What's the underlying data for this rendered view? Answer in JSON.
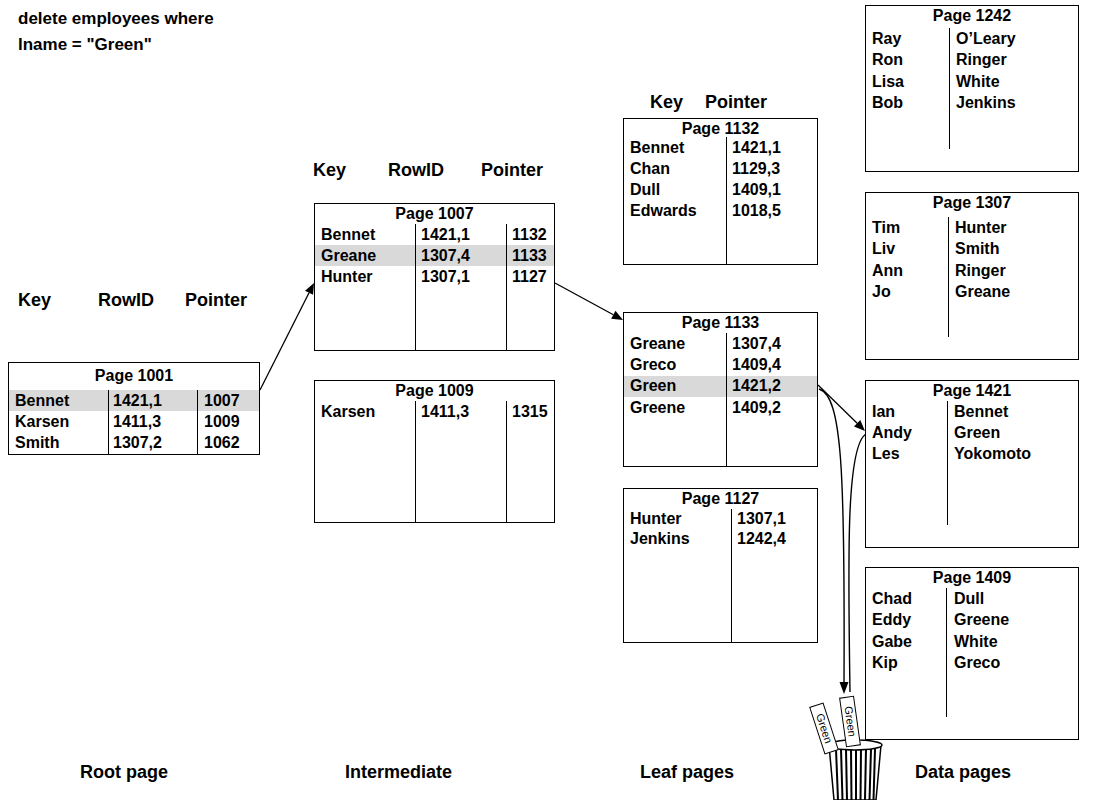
{
  "diagram": {
    "title": "delete employees where lname = \"Green\"",
    "nodes": [
      {
        "text": [
          "Page 1001",
          "Bennet",
          "1421,1",
          "1007",
          "Karsen",
          "1411,3",
          "1009",
          "Smith",
          "1307,2",
          "1062"
        ]
      },
      {
        "text": [
          "Page 1007",
          "Bennet",
          "1421,1",
          "1132",
          "Greane",
          "1307,4",
          "1133",
          "Hunter",
          "1307,1",
          "1127"
        ]
      },
      {
        "text": [
          "Page 1009",
          "Karsen",
          "1411,3",
          "1315"
        ]
      },
      {
        "text": [
          "Page 1132",
          "Bennet",
          "1421,1",
          "Chan",
          "1129,3",
          "Dull",
          "1409,1",
          "Edwards",
          "1018,5"
        ]
      },
      {
        "text": [
          "Page 1133",
          "Greane",
          "1307,4",
          "Greco",
          "1409,4",
          "Green",
          "1421,2",
          "Greene",
          "1409,2"
        ]
      },
      {
        "text": [
          "Page 1127",
          "Hunter",
          "1307,1",
          "Jenkins",
          "1242,4"
        ]
      },
      {
        "text": [
          "Page 1242",
          "Ray",
          "O’Leary",
          "Ron",
          "Ringer",
          "Lisa",
          "White",
          "Bob",
          "Jenkins"
        ]
      },
      {
        "text": [
          "Page 1307",
          "Tim",
          "Hunter",
          "Liv",
          "Smith",
          "Ann",
          "Ringer",
          "Jo",
          "Greane"
        ]
      },
      {
        "text": [
          "Page 1421",
          "Ian",
          "Bennet",
          "Andy",
          "Green",
          "Les",
          "Yokomoto"
        ]
      },
      {
        "text": [
          "Page 1409",
          "Chad",
          "Dull",
          "Eddy",
          "Greene",
          "Gabe",
          "White",
          "Kip",
          "Greco"
        ]
      }
    ],
    "edges": [
      {
        "from": 0,
        "to": 1,
        "arrow": "to"
      },
      {
        "from": 1,
        "to": 4,
        "arrow": "to"
      },
      {
        "from": 4,
        "to": 8,
        "arrow": "to"
      }
    ],
    "labels": [
      "Key",
      "RowID",
      "Pointer",
      "Key",
      "RowID",
      "Pointer",
      "Key",
      "Pointer",
      "Root page",
      "Intermediate",
      "Leaf pages",
      "Data pages",
      "Green",
      "Green"
    ]
  }
}
